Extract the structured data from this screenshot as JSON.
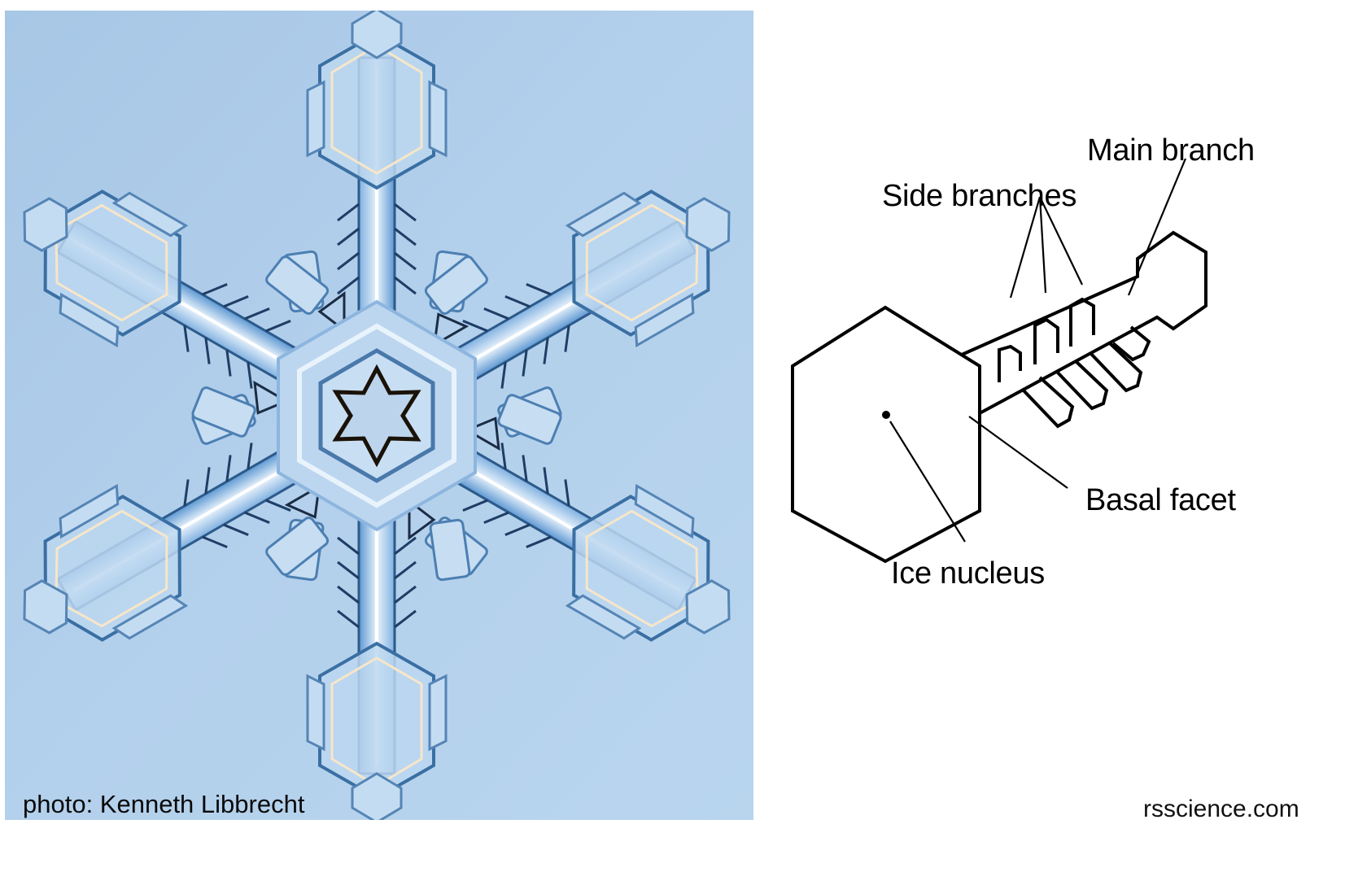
{
  "photo": {
    "subject": "stellar dendrite snowflake crystal photograph",
    "credit": "photo: Kenneth Libbrecht",
    "background_color": "#a9c8e8"
  },
  "diagram": {
    "labels": {
      "main_branch": "Main branch",
      "side_branches": "Side branches",
      "basal_facet": "Basal facet",
      "ice_nucleus": "Ice nucleus"
    },
    "stroke_color": "#000000"
  },
  "footer": {
    "watermark": "rsscience.com"
  }
}
